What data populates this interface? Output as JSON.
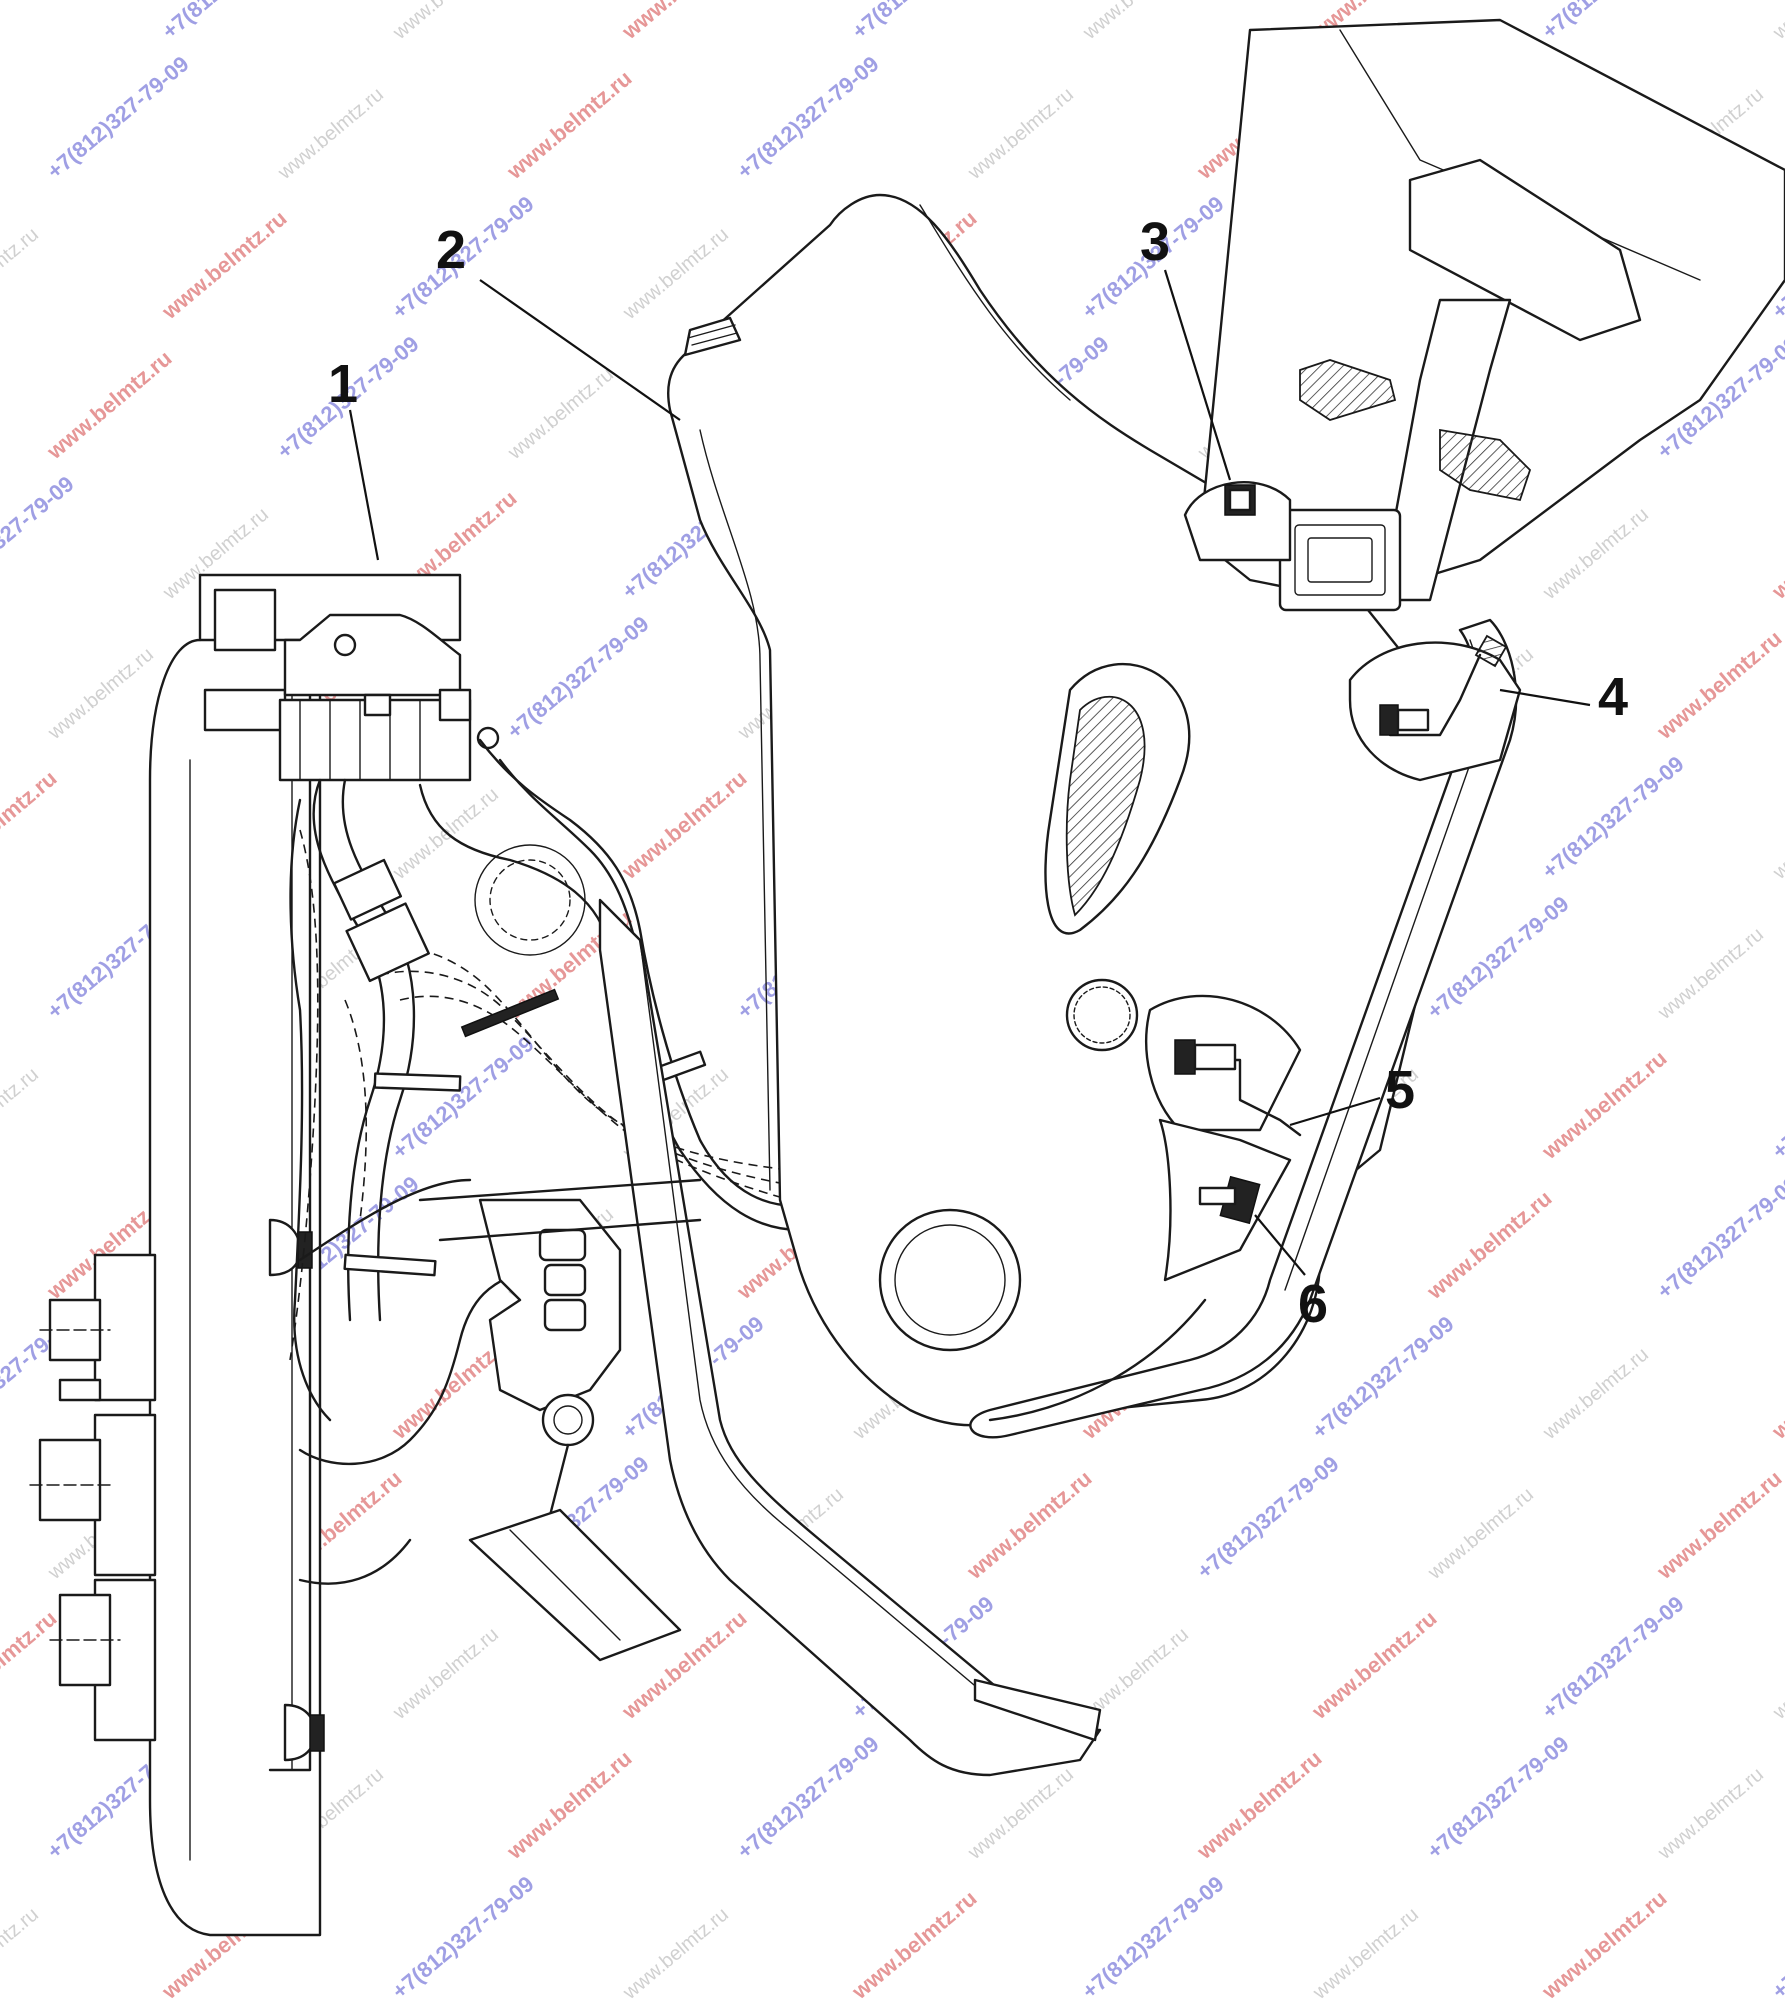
{
  "callouts": [
    {
      "number": "1"
    },
    {
      "number": "2"
    },
    {
      "number": "3"
    },
    {
      "number": "4"
    },
    {
      "number": "5"
    },
    {
      "number": "6"
    }
  ],
  "watermarks": {
    "site": "www.belmtz.ru",
    "phone": "+7(812)327-79-09"
  }
}
